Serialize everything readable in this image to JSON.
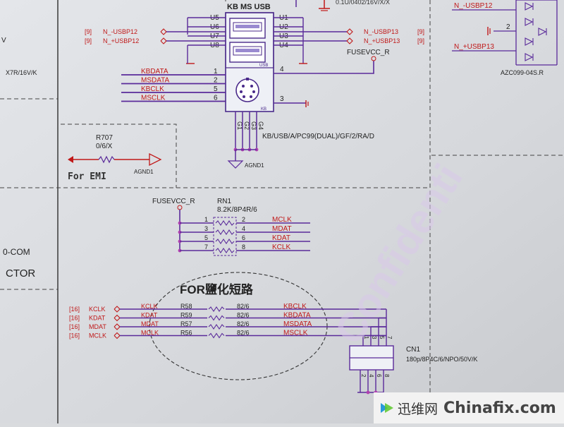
{
  "colors": {
    "wire": "#5a2a9a",
    "net": "#c01818",
    "ink": "#222",
    "pin": "#b040b0"
  },
  "conn": {
    "title": "KB MS USB",
    "left_pins": [
      "U5",
      "U6",
      "U7",
      "U8"
    ],
    "right_pins": [
      "U1",
      "U2",
      "U3",
      "U4"
    ],
    "usb_tag": "USB",
    "kb_tag": "KB",
    "left_nets": [
      {
        "ref": "[9]",
        "net": "N_-USBP12"
      },
      {
        "ref": "[9]",
        "net": "N_+USBP12"
      }
    ],
    "right_nets": [
      {
        "net": "N_-USBP13",
        "ref": "[9]"
      },
      {
        "net": "N_+USBP13",
        "ref": "[9]"
      }
    ],
    "ps2_nets": [
      "KBDATA",
      "MSDATA",
      "KBCLK",
      "MSCLK"
    ],
    "ps2_pin_nums": [
      "1",
      "2",
      "5",
      "6"
    ],
    "pin4": "4",
    "pin3": "3",
    "power_net": "FUSEVCC_R",
    "ground_pins": [
      "G1",
      "G2",
      "G3",
      "G4"
    ],
    "part_desc": "KB/USB/A/PC99(DUAL)/GF/2/RA/D",
    "agnd": "AGND1"
  },
  "top_cap": "0.1U/0402/16V/X/X",
  "right_block": {
    "nets": [
      "N_-USBP12",
      "N_+USBP13"
    ],
    "pin": "2",
    "part": "AZC099-04S.R"
  },
  "left_fragments": {
    "left_v": "V",
    "cap": "X7R/16V/K",
    "com": "0-COM",
    "ctor": "CTOR"
  },
  "emi": {
    "ref": "R707",
    "value": "0/6/X",
    "label": "For EMI",
    "agnd": "AGND1"
  },
  "rn1": {
    "power": "FUSEVCC_R",
    "ref": "RN1",
    "value": "8.2K/8P4R/6",
    "left_pins": [
      "1",
      "3",
      "5",
      "7"
    ],
    "right_pins": [
      "2",
      "4",
      "6",
      "8"
    ],
    "nets": [
      "MCLK",
      "MDAT",
      "KDAT",
      "KCLK"
    ]
  },
  "esd": {
    "title": "FOR鹽化短路",
    "rows": [
      {
        "ref": "[16]",
        "sig": "KCLK",
        "local": "KCLK",
        "res": "R58",
        "val": "82/6",
        "out": "KBCLK"
      },
      {
        "ref": "[16]",
        "sig": "KDAT",
        "local": "KDAT",
        "res": "R59",
        "val": "82/6",
        "out": "KBDATA"
      },
      {
        "ref": "[16]",
        "sig": "MDAT",
        "local": "MDAT",
        "res": "R57",
        "val": "82/6",
        "out": "MSDATA"
      },
      {
        "ref": "[16]",
        "sig": "MCLK",
        "local": "MCLK",
        "res": "R56",
        "val": "82/6",
        "out": "MSCLK"
      }
    ],
    "cn1_ref": "CN1",
    "cn1_value": "180p/8P4C/6/NPO/50V/K",
    "cn1_top_pins": [
      "1",
      "3",
      "5",
      "7"
    ],
    "cn1_bottom_pins": [
      "2",
      "4",
      "6",
      "8"
    ]
  },
  "watermark_diag": "Confidenti",
  "watermark": {
    "cn": "迅维网",
    "en": "Chinafix.com"
  }
}
